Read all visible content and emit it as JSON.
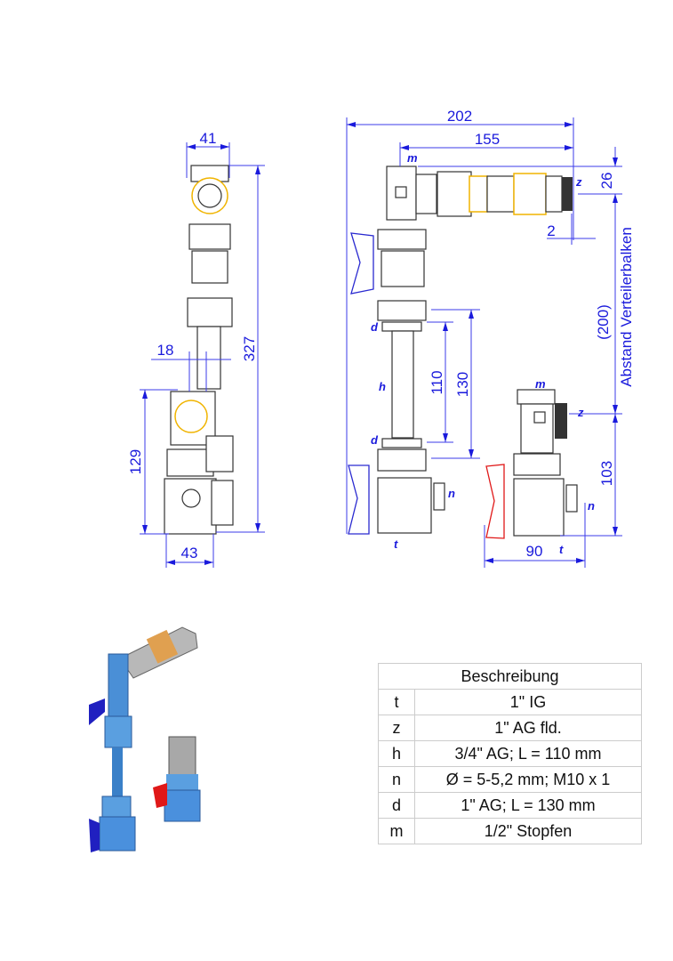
{
  "dimensions": {
    "left_view": {
      "width_top": "41",
      "height_total": "327",
      "offset": "18",
      "height_lower": "129",
      "width_bottom": "43"
    },
    "right_view": {
      "length_total": "202",
      "length_branch": "155",
      "height_top": "26",
      "gap": "2",
      "distance": "(200)",
      "distance_label": "Abstand Verteilerbalken",
      "length_h": "110",
      "length_d": "130",
      "height_lower": "103",
      "width_lower": "90"
    }
  },
  "part_labels": {
    "m": "m",
    "z": "z",
    "d": "d",
    "h": "h",
    "n": "n",
    "t": "t"
  },
  "colors": {
    "dimension": "#1a1adc",
    "brass": "#f0b400",
    "handle_blue": "#2a2ad0",
    "handle_red": "#e01818"
  },
  "table": {
    "header": "Beschreibung",
    "rows": [
      {
        "key": "t",
        "value": "1\" IG"
      },
      {
        "key": "z",
        "value": "1\" AG fld."
      },
      {
        "key": "h",
        "value": "3/4\" AG; L = 110 mm"
      },
      {
        "key": "n",
        "value": "Ø = 5-5,2 mm; M10 x 1"
      },
      {
        "key": "d",
        "value": "1\" AG; L = 130 mm"
      },
      {
        "key": "m",
        "value": "1/2\" Stopfen"
      }
    ]
  }
}
